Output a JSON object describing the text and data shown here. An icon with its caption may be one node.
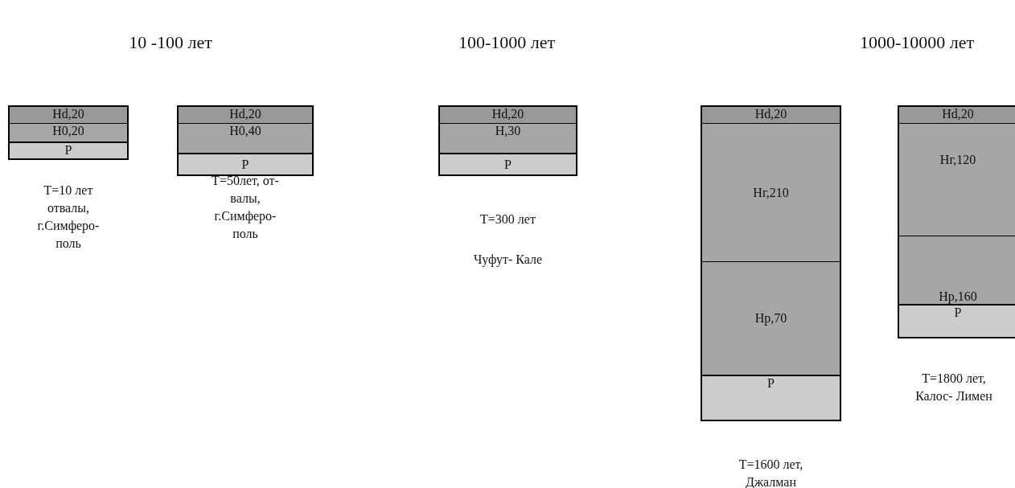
{
  "diagram": {
    "nodes": [
      {
        "text": [],
        "shape": "box",
        "beside": [
          "T=10 лет отвалы, г.Симферо- поль"
        ]
      },
      {
        "text": [
          "Hd,20"
        ],
        "in": 0
      },
      {
        "text": [
          "H0,20"
        ],
        "in": 0
      },
      {
        "text": [
          "P"
        ],
        "in": 0
      },
      {
        "text": [],
        "shape": "box",
        "beside": [
          "T=50лет, от- валы, г.Симферо- поль"
        ]
      },
      {
        "text": [
          "Hd,20"
        ],
        "in": 4
      },
      {
        "text": [
          "H0,40"
        ],
        "in": 4
      },
      {
        "text": [
          "P"
        ],
        "in": 4
      },
      {
        "text": [],
        "shape": "box",
        "beside": [
          "T=300 лет",
          "Чуфут- Кале"
        ]
      },
      {
        "text": [
          "Hd,20"
        ],
        "in": 8
      },
      {
        "text": [
          "H,30"
        ],
        "in": 8
      },
      {
        "text": [
          "P"
        ],
        "in": 8
      },
      {
        "text": [],
        "shape": "box",
        "beside": [
          "T=1600 лет, Джалман"
        ]
      },
      {
        "text": [
          "Hd,20"
        ],
        "in": 12
      },
      {
        "text": [
          "Hг,210"
        ],
        "in": 12
      },
      {
        "text": [
          "Hр,70"
        ],
        "in": 12
      },
      {
        "text": [
          "P"
        ],
        "in": 12
      },
      {
        "text": [],
        "shape": "box",
        "beside": [
          "T=1800 лет, Калос- Лимен"
        ]
      },
      {
        "text": [
          "Hd,20"
        ],
        "in": 17
      },
      {
        "text": [
          "Hг,120"
        ],
        "in": 17
      },
      {
        "text": [
          "Hр,160"
        ],
        "in": 17
      },
      {
        "text": [
          "P"
        ],
        "in": 17
      }
    ],
    "labels": [
      "10 -100 лет",
      "100-1000 лет",
      "1000-10000 лет"
    ]
  }
}
